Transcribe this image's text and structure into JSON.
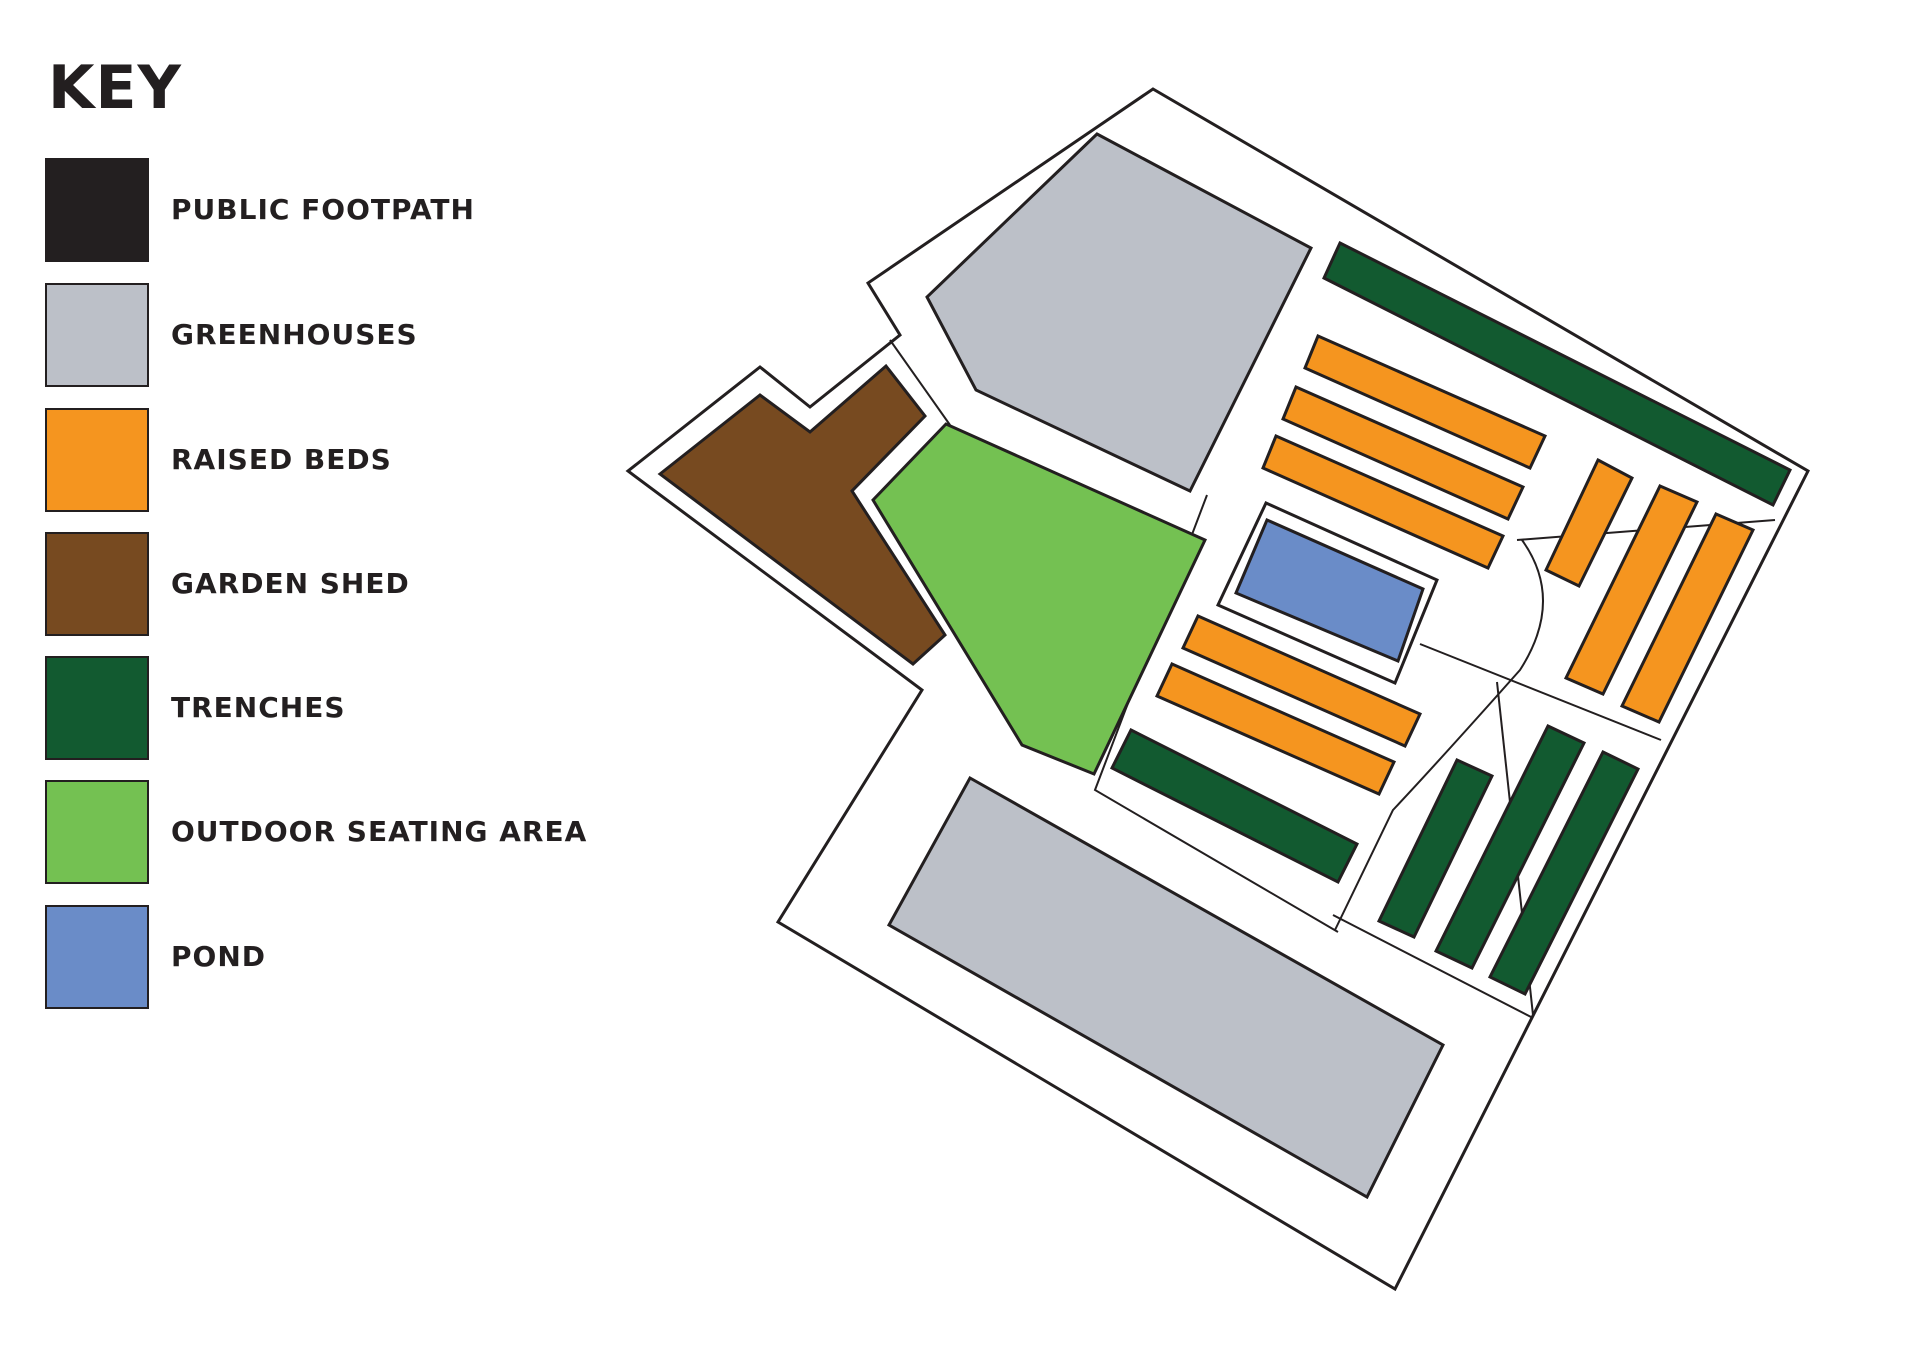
{
  "key": {
    "title": "KEY",
    "items": [
      {
        "label": "PUBLIC FOOTPATH",
        "color": "#231f20"
      },
      {
        "label": "GREENHOUSES",
        "color": "#bcc0c8"
      },
      {
        "label": "RAISED BEDS",
        "color": "#f5951f"
      },
      {
        "label": "GARDEN SHED",
        "color": "#774a20"
      },
      {
        "label": "TRENCHES",
        "color": "#125a30"
      },
      {
        "label": "OUTDOOR SEATING AREA",
        "color": "#74c152"
      },
      {
        "label": "POND",
        "color": "#6a8cc8"
      }
    ]
  },
  "colors": {
    "outline": "#231f20",
    "ground": "#ffffff"
  }
}
